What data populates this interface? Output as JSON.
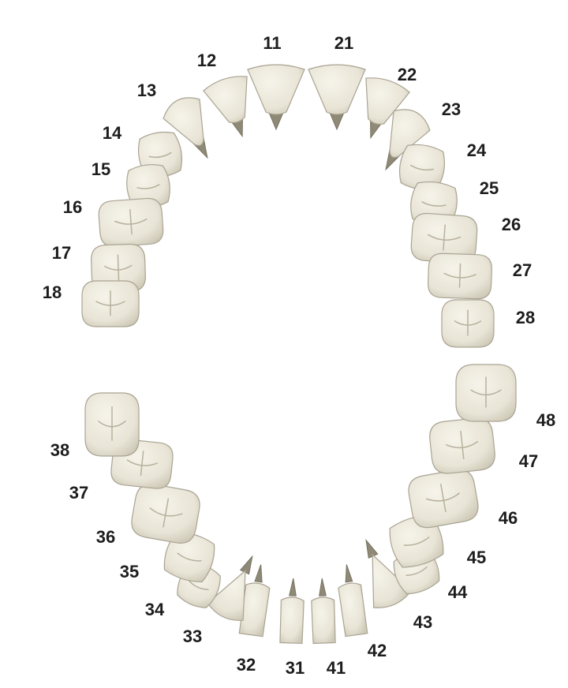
{
  "chart_data": {
    "type": "diagram",
    "title": "",
    "colors": {
      "enamel": "#e8e4d6",
      "enamel_light": "#f6f4ea",
      "root": "#8f8a77",
      "label": "#1d1d1d"
    },
    "upper_arch": [
      {
        "number": "11",
        "kind": "central-incisor"
      },
      {
        "number": "12",
        "kind": "lateral-incisor"
      },
      {
        "number": "13",
        "kind": "canine"
      },
      {
        "number": "14",
        "kind": "premolar"
      },
      {
        "number": "15",
        "kind": "premolar"
      },
      {
        "number": "16",
        "kind": "molar"
      },
      {
        "number": "17",
        "kind": "molar"
      },
      {
        "number": "18",
        "kind": "molar"
      },
      {
        "number": "21",
        "kind": "central-incisor"
      },
      {
        "number": "22",
        "kind": "lateral-incisor"
      },
      {
        "number": "23",
        "kind": "canine"
      },
      {
        "number": "24",
        "kind": "premolar"
      },
      {
        "number": "25",
        "kind": "premolar"
      },
      {
        "number": "26",
        "kind": "molar"
      },
      {
        "number": "27",
        "kind": "molar"
      },
      {
        "number": "28",
        "kind": "molar"
      }
    ],
    "lower_arch": [
      {
        "number": "31",
        "kind": "central-incisor"
      },
      {
        "number": "32",
        "kind": "lateral-incisor"
      },
      {
        "number": "33",
        "kind": "canine"
      },
      {
        "number": "34",
        "kind": "premolar"
      },
      {
        "number": "35",
        "kind": "premolar"
      },
      {
        "number": "36",
        "kind": "molar"
      },
      {
        "number": "37",
        "kind": "molar"
      },
      {
        "number": "38",
        "kind": "molar"
      },
      {
        "number": "41",
        "kind": "central-incisor"
      },
      {
        "number": "42",
        "kind": "lateral-incisor"
      },
      {
        "number": "43",
        "kind": "canine"
      },
      {
        "number": "44",
        "kind": "premolar"
      },
      {
        "number": "45",
        "kind": "premolar"
      },
      {
        "number": "46",
        "kind": "molar"
      },
      {
        "number": "47",
        "kind": "molar"
      },
      {
        "number": "48",
        "kind": "molar"
      }
    ]
  }
}
